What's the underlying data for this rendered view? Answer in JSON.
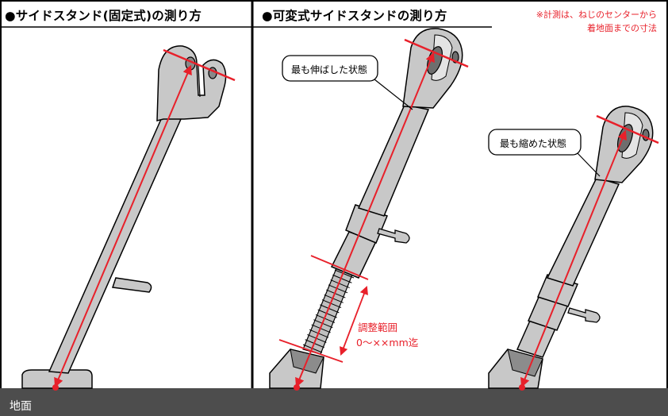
{
  "left_panel": {
    "title": "●サイドスタンド(固定式)の測り方"
  },
  "right_panel": {
    "title": "●可変式サイドスタンドの測り方",
    "note_line1": "※計測は、ねじのセンターから",
    "note_line2": "着地面までの寸法",
    "callout_extended": "最も伸ばした状態",
    "callout_retracted": "最も縮めた状態",
    "range_label": "調整範囲",
    "range_value": "0～××mm迄"
  },
  "ground": {
    "label": "地面"
  },
  "colors": {
    "measure_line": "#e8202a",
    "ground": "#4d4d4d",
    "stand_fill": "#c8c8c8",
    "outline": "#000000"
  }
}
